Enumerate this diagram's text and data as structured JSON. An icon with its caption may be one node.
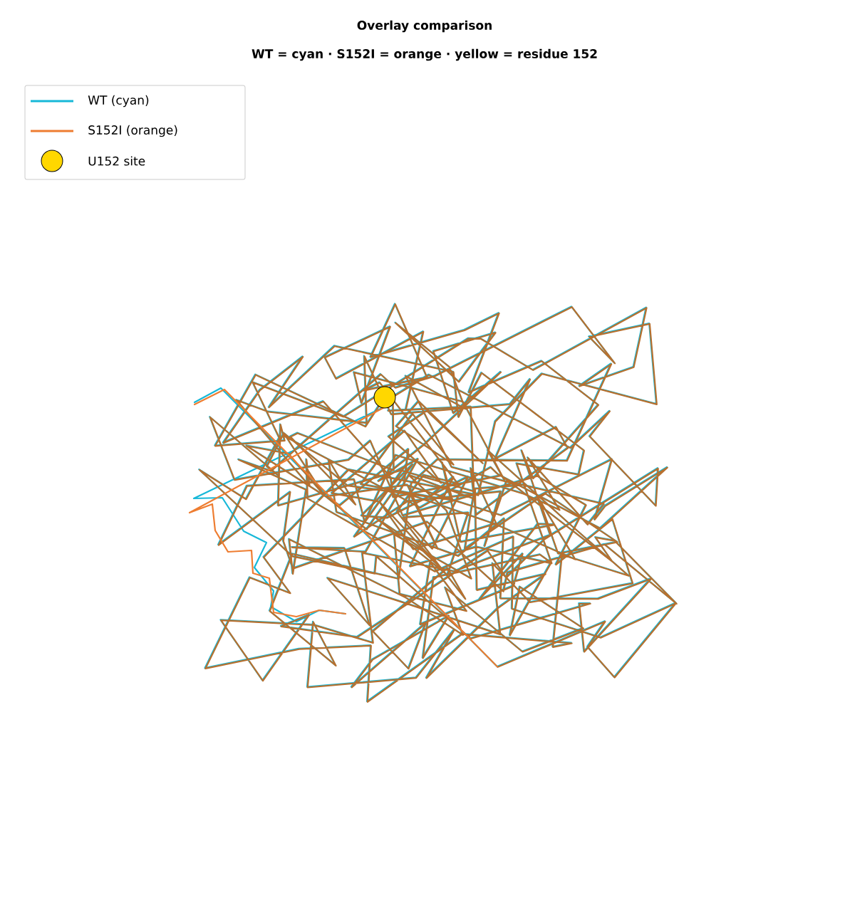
{
  "diagram": {
    "title": "Overlay comparison",
    "labels": [
      "WT = cyan · S152I = orange · yellow = residue 152"
    ],
    "legend": [
      {
        "text": "WT (cyan)"
      },
      {
        "text": "S152I (orange)"
      },
      {
        "text": "U152 site"
      }
    ]
  }
}
